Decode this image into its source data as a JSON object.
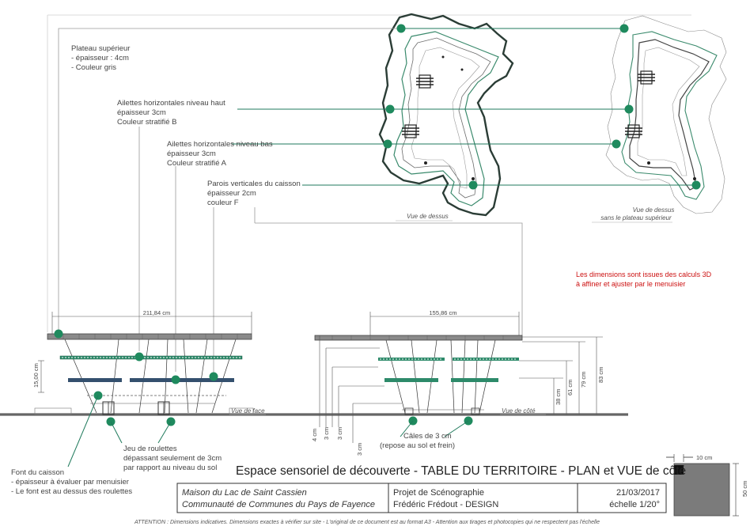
{
  "labels": {
    "plateau_title": "Plateau supérieur",
    "plateau_l1": "- épaisseur : 4cm",
    "plateau_l2": "- Couleur gris",
    "ailettes_haut_title": "Ailettes horizontales niveau haut",
    "ailettes_haut_l1": "épaisseur 3cm",
    "ailettes_haut_l2": "Couleur stratifié B",
    "ailettes_bas_title": "Ailettes horizontales niveau bas",
    "ailettes_bas_l1": "épaisseur 3cm",
    "ailettes_bas_l2": "Couleur stratifié A",
    "parois_title": "Parois verticales du caisson",
    "parois_l1": "épaisseur 2cm",
    "parois_l2": "couleur F",
    "vue_dessus": "Vue de dessus",
    "vue_dessus2_l1": "Vue de dessus",
    "vue_dessus2_l2": "sans le plateau supérieur",
    "vue_face": "Vue de face",
    "vue_cote": "Vue de côté",
    "note_l1": "Les dimensions sont issues des calculs 3D",
    "note_l2": "à affiner et ajuster par le menuisier",
    "jeu_l1": "Jeu de roulettes",
    "jeu_l2": "dépassant seulement de 3cm",
    "jeu_l3": "par rapport au niveau du sol",
    "cales_l1": "Câles de 3 cm",
    "cales_l2": "(repose au sol et frein)",
    "font_title": "Font du caisson",
    "font_l1": "- épaisseur à évaluer par menuisier",
    "font_l2": "- Le font est au dessus des roulettes"
  },
  "dims": {
    "width_face": "211,84 cm",
    "width_cote": "155,86 cm",
    "h_face": "15,00 cm",
    "h38": "38 cm",
    "h61": "61 cm",
    "h79": "79 cm",
    "h83": "83 cm",
    "d4": "4 cm",
    "d3a": "3 cm",
    "d3b": "3 cm",
    "d3c": "3 cm",
    "detail_w": "10 cm",
    "detail_h": "50 cm"
  },
  "cartouche": {
    "title": "Espace sensoriel de découverte - TABLE DU TERRITOIRE - PLAN et VUE de côté",
    "client_l1": "Maison du Lac de Saint Cassien",
    "client_l2": "Communauté de Communes du Pays de Fayence",
    "project_l1": "Projet de Scénographie",
    "project_l2": "Frédéric Frédout - DESIGN",
    "date": "21/03/2017",
    "scale": "échelle 1/20°",
    "footer": "ATTENTION : Dimensions indicatives. Dimensions exactes à vérifier sur site - L'original de ce document est au format A3 - Attention aux tirages et photocopies qui ne respectent pas l'échelle"
  },
  "colors": {
    "leader": "#1f7a5c",
    "dot": "#1f8a5e",
    "note": "#cc1111",
    "panel_blue": "#34506e",
    "panel_green": "#2d8a6a",
    "plateau_grey": "#8a8a8a"
  }
}
